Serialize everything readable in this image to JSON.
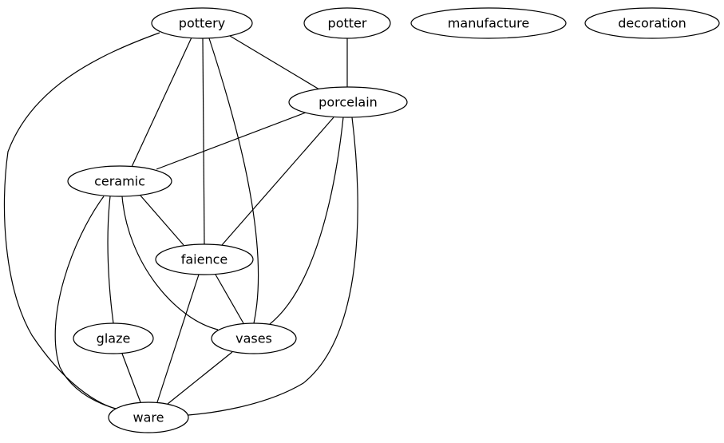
{
  "graph": {
    "directed": false,
    "nodes": [
      {
        "id": "pottery",
        "label": "pottery"
      },
      {
        "id": "potter",
        "label": "potter"
      },
      {
        "id": "manufacture",
        "label": "manufacture"
      },
      {
        "id": "decoration",
        "label": "decoration"
      },
      {
        "id": "porcelain",
        "label": "porcelain"
      },
      {
        "id": "ceramic",
        "label": "ceramic"
      },
      {
        "id": "faience",
        "label": "faience"
      },
      {
        "id": "glaze",
        "label": "glaze"
      },
      {
        "id": "vases",
        "label": "vases"
      },
      {
        "id": "ware",
        "label": "ware"
      }
    ],
    "edges": [
      {
        "source": "pottery",
        "target": "porcelain"
      },
      {
        "source": "pottery",
        "target": "ceramic"
      },
      {
        "source": "pottery",
        "target": "faience"
      },
      {
        "source": "pottery",
        "target": "vases"
      },
      {
        "source": "pottery",
        "target": "ware"
      },
      {
        "source": "potter",
        "target": "porcelain"
      },
      {
        "source": "porcelain",
        "target": "ceramic"
      },
      {
        "source": "porcelain",
        "target": "faience"
      },
      {
        "source": "porcelain",
        "target": "vases"
      },
      {
        "source": "porcelain",
        "target": "ware"
      },
      {
        "source": "ceramic",
        "target": "faience"
      },
      {
        "source": "ceramic",
        "target": "glaze"
      },
      {
        "source": "ceramic",
        "target": "vases"
      },
      {
        "source": "ceramic",
        "target": "ware"
      },
      {
        "source": "faience",
        "target": "vases"
      },
      {
        "source": "faience",
        "target": "ware"
      },
      {
        "source": "glaze",
        "target": "ware"
      },
      {
        "source": "vases",
        "target": "ware"
      }
    ]
  }
}
